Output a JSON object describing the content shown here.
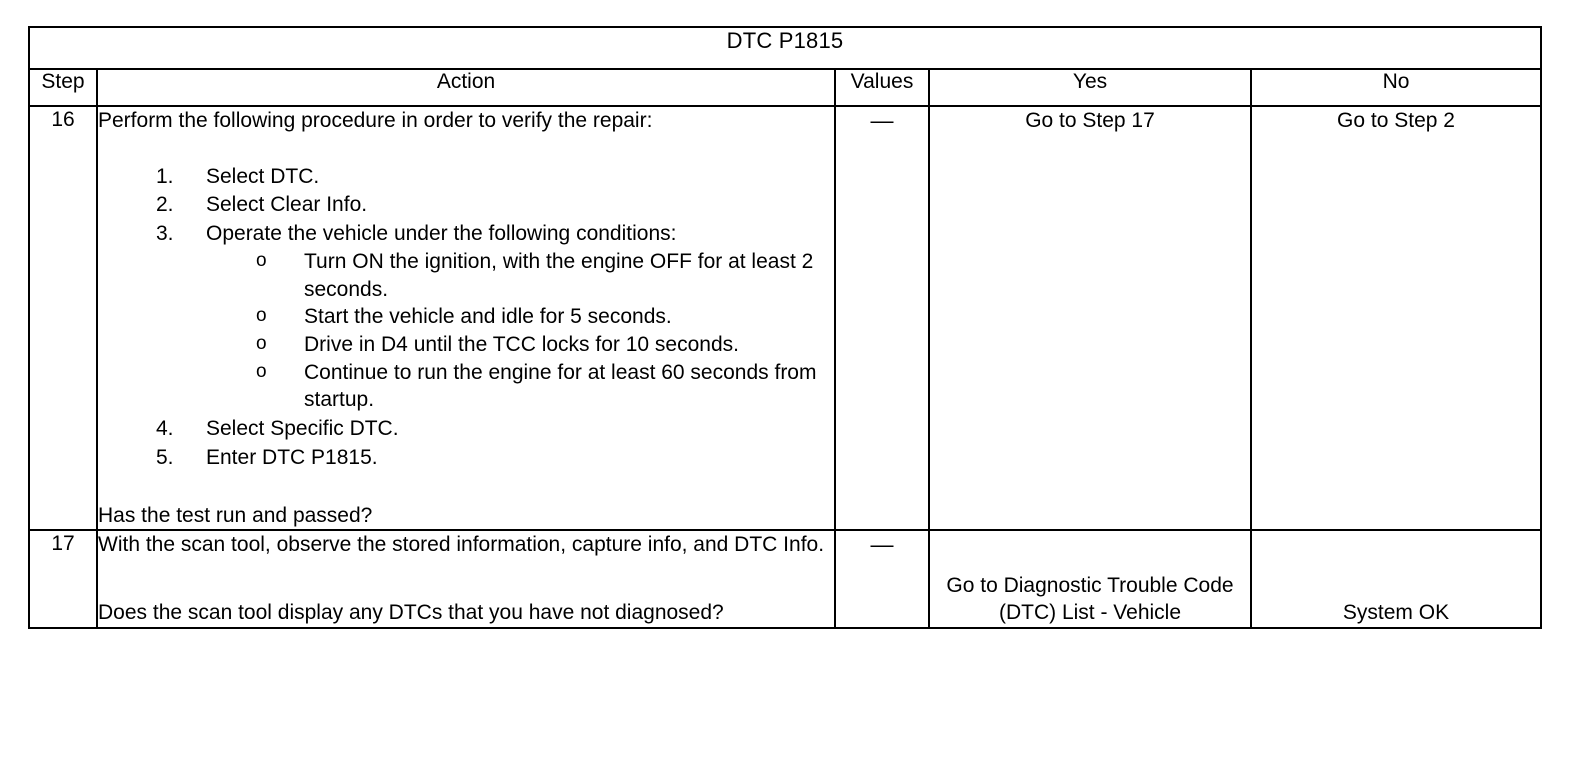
{
  "table": {
    "title": "DTC P1815",
    "columns": [
      {
        "key": "step",
        "label": "Step"
      },
      {
        "key": "action",
        "label": "Action"
      },
      {
        "key": "values",
        "label": "Values"
      },
      {
        "key": "yes",
        "label": "Yes"
      },
      {
        "key": "no",
        "label": "No"
      }
    ],
    "rows": [
      {
        "step": "16",
        "action": {
          "lead": "Perform the following procedure in order to verify the repair:",
          "steps": [
            {
              "marker": "1.",
              "text": "Select DTC."
            },
            {
              "marker": "2.",
              "text": "Select Clear Info."
            },
            {
              "marker": "3.",
              "text": "Operate the vehicle under the following conditions:",
              "substeps": [
                {
                  "marker": "o",
                  "text": "Turn ON the ignition, with the engine OFF for at least 2 seconds."
                },
                {
                  "marker": "o",
                  "text": "Start the vehicle and idle for 5 seconds."
                },
                {
                  "marker": "o",
                  "text": "Drive in D4 until the TCC locks for 10 seconds."
                },
                {
                  "marker": "o",
                  "text": "Continue to run the engine for at least 60 seconds from startup."
                }
              ]
            },
            {
              "marker": "4.",
              "text": "Select Specific DTC."
            },
            {
              "marker": "5.",
              "text": "Enter DTC P1815."
            }
          ],
          "question": "Has the test run and passed?"
        },
        "values": "—",
        "yes": "Go to Step 17",
        "no": "Go to Step 2"
      },
      {
        "step": "17",
        "action": {
          "statement": "With the scan tool, observe the stored information, capture info, and DTC Info.",
          "question": "Does the scan tool display any DTCs that you have not diagnosed?"
        },
        "values": "—",
        "yes": "Go to Diagnostic Trouble Code (DTC) List - Vehicle",
        "no": "System OK"
      }
    ]
  },
  "colors": {
    "border": "#000000",
    "text": "#000000",
    "background": "#ffffff"
  }
}
